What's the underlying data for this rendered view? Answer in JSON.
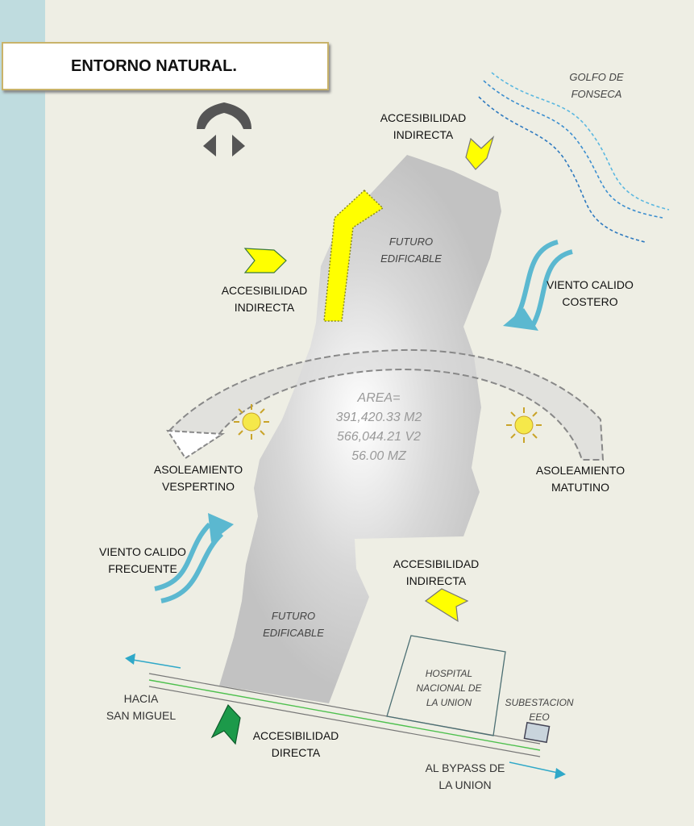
{
  "title": "ENTORNO NATURAL.",
  "labels": {
    "gulf": [
      "GOLFO DE",
      "FONSECA"
    ],
    "access_top": [
      "ACCESIBILIDAD",
      "INDIRECTA"
    ],
    "access_left": [
      "ACCESIBILIDAD",
      "INDIRECTA"
    ],
    "access_right": [
      "ACCESIBILIDAD",
      "INDIRECTA"
    ],
    "access_direct": [
      "ACCESIBILIDAD",
      "DIRECTA"
    ],
    "future_top": [
      "FUTURO",
      "EDIFICABLE"
    ],
    "future_bottom": [
      "FUTURO",
      "EDIFICABLE"
    ],
    "wind_coastal": [
      "VIENTO CALIDO",
      "COSTERO"
    ],
    "wind_frequent": [
      "VIENTO CALIDO",
      "FRECUENTE"
    ],
    "sun_afternoon": [
      "ASOLEAMIENTO",
      "VESPERTINO"
    ],
    "sun_morning": [
      "ASOLEAMIENTO",
      "MATUTINO"
    ],
    "area": [
      "AREA=",
      "391,420.33 M2",
      "566,044.21 V2",
      "56.00 MZ"
    ],
    "hospital": [
      "HOSPITAL",
      "NACIONAL DE",
      "LA UNION"
    ],
    "substation": [
      "SUBESTACION",
      "EEO"
    ],
    "to_san_miguel": [
      "HACIA",
      "SAN MIGUEL"
    ],
    "to_bypass": [
      "AL BYPASS DE",
      "LA UNION"
    ]
  },
  "colors": {
    "band": "#bfdcdf",
    "background": "#eeeee4",
    "site": "#c4c4c4",
    "access_indirect": "#ffff00",
    "access_direct": "#1c9a4a",
    "wind": "#5bb8d0",
    "water": "#3b8fd0",
    "sun": "#f5e84a"
  },
  "icons": [
    "north-arrow-icon",
    "sun-icon"
  ]
}
